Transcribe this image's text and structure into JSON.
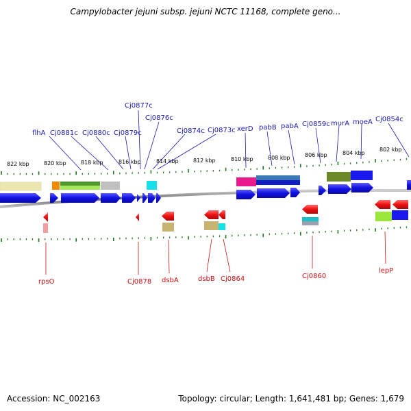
{
  "title": "Campylobacter jejuni subsp. jejuni NCTC 11168, complete geno...",
  "footer": {
    "accession": "Accession: NC_002163",
    "summary": "Topology: circular; Length: 1,641,481 bp; Genes: 1,679"
  },
  "colors": {
    "forward_gene": "#1a1aee",
    "reverse_gene": "#ee1111",
    "forward_label": "#1a1ab0",
    "reverse_label": "#cc1111",
    "tick": "#1a7a1a",
    "backbone": "#888888"
  },
  "scale_labels": [
    "822 kbp",
    "820 kbp",
    "818 kbp",
    "816 kbp",
    "814 kbp",
    "812 kbp",
    "810 kbp",
    "808 kbp",
    "806 kbp",
    "804 kbp",
    "802 kbp"
  ],
  "forward_labels": [
    "flhA",
    "Cj0881c",
    "Cj0880c",
    "Cj0879c",
    "Cj0877c",
    "Cj0876c",
    "Cj0874c",
    "Cj0873c",
    "xerD",
    "pabB",
    "pabA",
    "Cj0859c",
    "murA",
    "moeA",
    "Cj0854c"
  ],
  "reverse_labels": [
    "rpsO",
    "Cj0878",
    "dsbA",
    "dsbB",
    "Cj0864",
    "Cj0860",
    "lepP"
  ]
}
